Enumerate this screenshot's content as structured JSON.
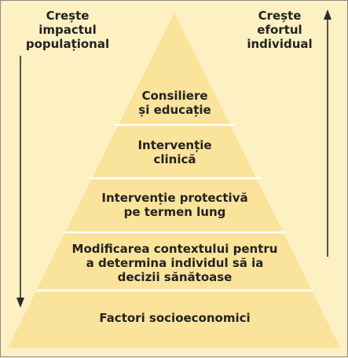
{
  "left_label": {
    "lines": [
      "Crește",
      "impactul",
      "populațional"
    ]
  },
  "right_label": {
    "lines": [
      "Crește",
      "efortul",
      "individual"
    ]
  },
  "levels": [
    {
      "lines": [
        "Consiliere",
        "și educație"
      ]
    },
    {
      "lines": [
        "Intervenție",
        "clinică"
      ]
    },
    {
      "lines": [
        "Intervenție protectivă",
        "pe termen lung"
      ]
    },
    {
      "lines": [
        "Modificarea contextului pentru",
        "a determina individul să ia",
        "decizii sănătoase"
      ]
    },
    {
      "lines": [
        "Factori socioeconomici"
      ]
    }
  ],
  "colors": {
    "background": "#fdf0c2",
    "pyramid_fill": "#fae39a",
    "pyramid_stroke": "#ffffff",
    "arrow": "#2b2b2b",
    "text": "#222222"
  }
}
